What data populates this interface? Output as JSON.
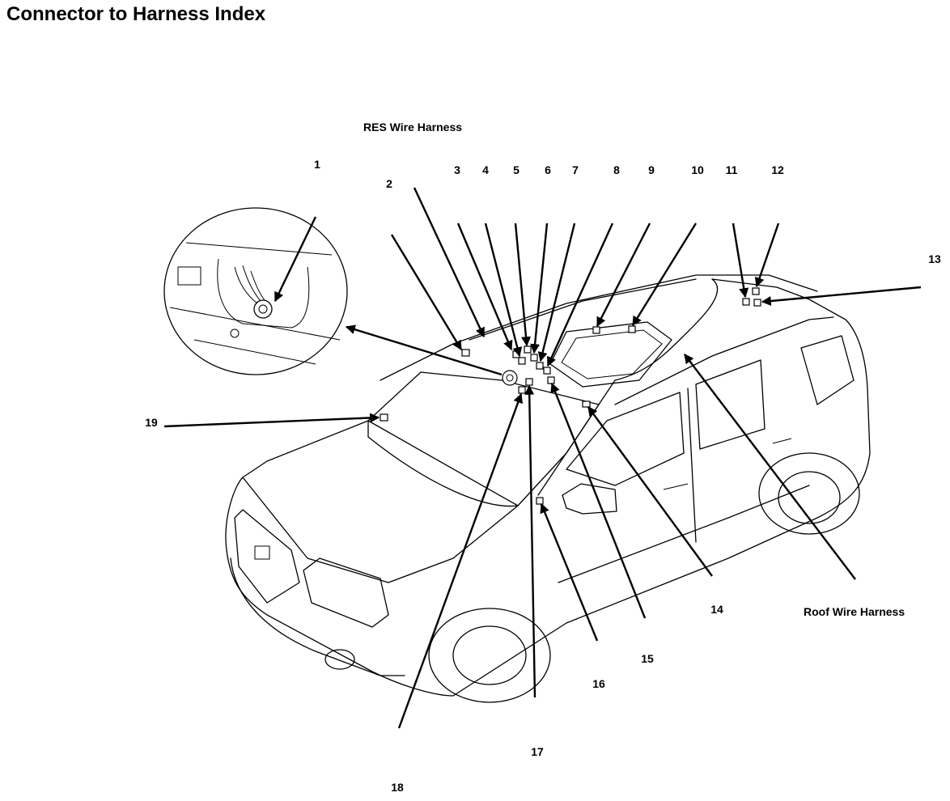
{
  "title": "Connector to Harness Index",
  "harness_labels": {
    "res": "RES Wire Harness",
    "roof": "Roof Wire Harness"
  },
  "callouts": [
    "1",
    "2",
    "3",
    "4",
    "5",
    "6",
    "7",
    "8",
    "9",
    "10",
    "11",
    "12",
    "13",
    "14",
    "15",
    "16",
    "17",
    "18",
    "19"
  ]
}
